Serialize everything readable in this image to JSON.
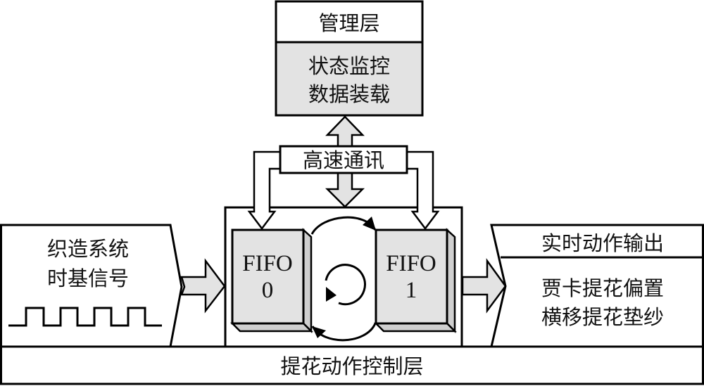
{
  "management_layer": {
    "title": "管理层",
    "functions": [
      "状态监控",
      "数据装载"
    ]
  },
  "communication": {
    "label": "高速通讯"
  },
  "input": {
    "lines": [
      "织造系统",
      "时基信号"
    ],
    "waveform": "square-wave-icon"
  },
  "buffers": [
    {
      "name": "FIFO",
      "index": "0"
    },
    {
      "name": "FIFO",
      "index": "1"
    }
  ],
  "output": {
    "title": "实时动作输出",
    "lines": [
      "贾卡提花偏置",
      "横移提花垫纱"
    ]
  },
  "control_layer": {
    "title": "提花动作控制层"
  },
  "colors": {
    "fill_gray": "#e3e3e3",
    "side_gray": "#cfcfcf",
    "stroke": "#000000",
    "background": "#ffffff"
  }
}
